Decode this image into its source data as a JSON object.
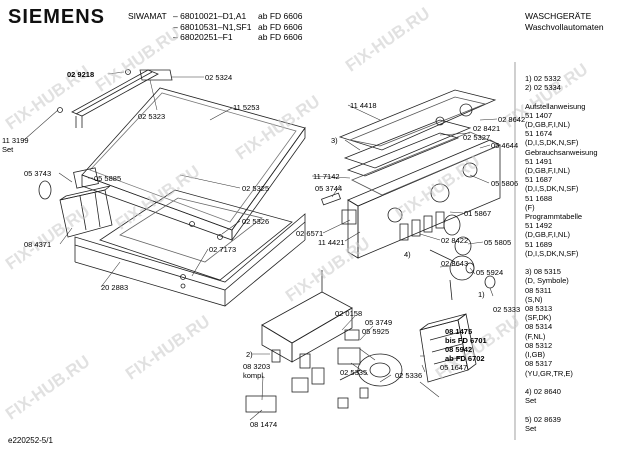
{
  "header": {
    "brand": "SIEMENS",
    "model": "SIWAMAT",
    "variants": [
      "– 68010021–D1,A1",
      "– 68010531–N1,SF1",
      "– 68020251–F1"
    ],
    "from_fd": [
      "ab FD 6606",
      "ab FD 6606",
      "ab FD 6606"
    ],
    "category": "WASCHGERÄTE",
    "subcategory": "Waschvollautomaten"
  },
  "watermark": "FIX-HUB.RU",
  "footer_code": "e220252-5/1",
  "part_labels": {
    "p029218": "02 9218",
    "p025324": "02 5324",
    "p025323": "02 5323",
    "p115253": "11 5253",
    "p113199": "11 3199",
    "set": "Set",
    "p053743": "05 3743",
    "p055885": "05 5885",
    "p025325": "02 5325",
    "p025326": "02 5326",
    "p084371": "08 4371",
    "p027173": "02 7173",
    "p202883": "20 2883",
    "p114418": "11 4418",
    "callout3": "3)",
    "p117142": "11 7142",
    "p053744": "05 3744",
    "p028642": "02 8642",
    "p028421": "02 8421",
    "p025327": "02 5327",
    "p054644": "05 4644",
    "p055806": "05 5806",
    "p015867": "01 5867",
    "p026571": "02 6571",
    "p114421": "11 4421",
    "p028422": "02 8422",
    "p055805": "05 5805",
    "callout4": "4)",
    "p028643": "02 8643",
    "p055924": "05 5924",
    "callout1": "1)",
    "p025333": "02 5333",
    "p020158": "02 0158",
    "p053749": "05 3749",
    "p055925": "05 5925",
    "p081475": "08 1475",
    "bisfd6701": "bis FD 6701",
    "p085942": "08 5942",
    "abfd6702": "ab FD 6702",
    "callout2": "2)",
    "p083203": "08 3203",
    "kompl": "kompl.",
    "p025335": "02 5335",
    "p025336": "02 5336",
    "p051647": "05 1647",
    "p081474": "08 1474"
  },
  "legend": [
    "1)    02 5332",
    "2)    02 5334",
    "",
    "Aufstellanweisung",
    "51 1407",
    "(D,GB,F,I,NL)",
    "51 1674",
    "(D,I,S,DK,N,SF)",
    "Gebrauchsanweisung",
    "51 1491",
    "(D,GB,F,I,NL)",
    "51 1687",
    "(D,I,S,DK,N,SF)",
    "51 1688",
    "(F)",
    "Programmtabelle",
    "51 1492",
    "(D,GB,F,I,NL)",
    "51 1689",
    "(D,I,S,DK,N,SF)",
    "",
    "3)  08 5315",
    "     (D, Symbole)",
    "     08 5311",
    "     (S,N)",
    "     08 5313",
    "     (SF,DK)",
    "     08 5314",
    "     (F,NL)",
    "     08 5312",
    "     (I,GB)",
    "     08 5317",
    "     (YU,GR,TR,E)",
    "",
    "4)  02 8640",
    "     Set",
    "",
    "5)  02 8639",
    "     Set"
  ]
}
